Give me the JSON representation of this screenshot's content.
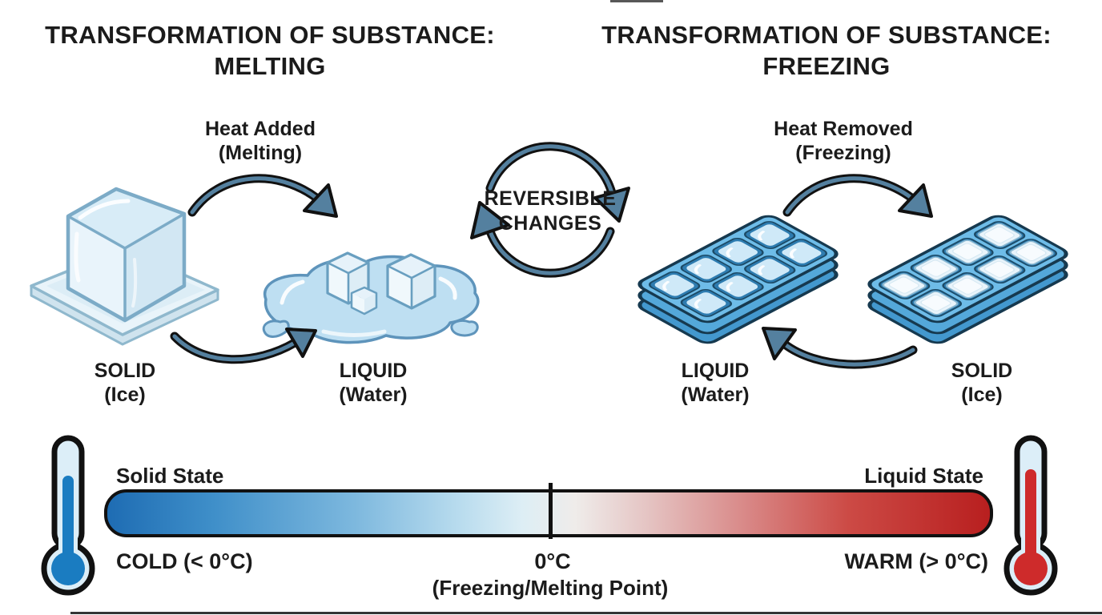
{
  "page": {
    "background": "#ffffff",
    "text_color": "#1b1b1b"
  },
  "melting_section": {
    "title_line1": "TRANSFORMATION OF SUBSTANCE:",
    "title_line2": "MELTING",
    "heat_label_line1": "Heat Added",
    "heat_label_line2": "(Melting)",
    "from_state": "SOLID",
    "from_substance": "(Ice)",
    "to_state": "LIQUID",
    "to_substance": "(Water)"
  },
  "freezing_section": {
    "title_line1": "TRANSFORMATION OF SUBSTANCE:",
    "title_line2": "FREEZING",
    "heat_label_line1": "Heat Removed",
    "heat_label_line2": "(Freezing)",
    "from_state": "LIQUID",
    "from_substance": "(Water)",
    "to_state": "SOLID",
    "to_substance": "(Ice)"
  },
  "reversible": {
    "line1": "REVERSIBLE",
    "line2": "CHANGES"
  },
  "temperature_scale": {
    "left_state_label": "Solid State",
    "right_state_label": "Liquid State",
    "cold_label": "COLD (< 0°C)",
    "midpoint_label": "0°C",
    "midpoint_sublabel": "(Freezing/Melting Point)",
    "warm_label": "WARM (> 0°C)",
    "cold_color": "#1e6cb3",
    "warm_color": "#b81f1f"
  },
  "icons": {
    "ice_cube": "ice-cube-on-platform-icon",
    "water_puddle": "melted-water-puddle-icon",
    "water_tray": "ice-tray-with-water-icon",
    "ice_tray": "ice-tray-with-ice-cubes-icon",
    "cycle_arrows": "reversible-cycle-arrows-icon",
    "cold_thermometer": "cold-thermometer-icon",
    "warm_thermometer": "warm-thermometer-icon"
  },
  "colors": {
    "arrow_fill": "#54809f",
    "outline": "#111111",
    "tray_blue": "#6ebce8",
    "ice_light": "#ddeef7"
  }
}
